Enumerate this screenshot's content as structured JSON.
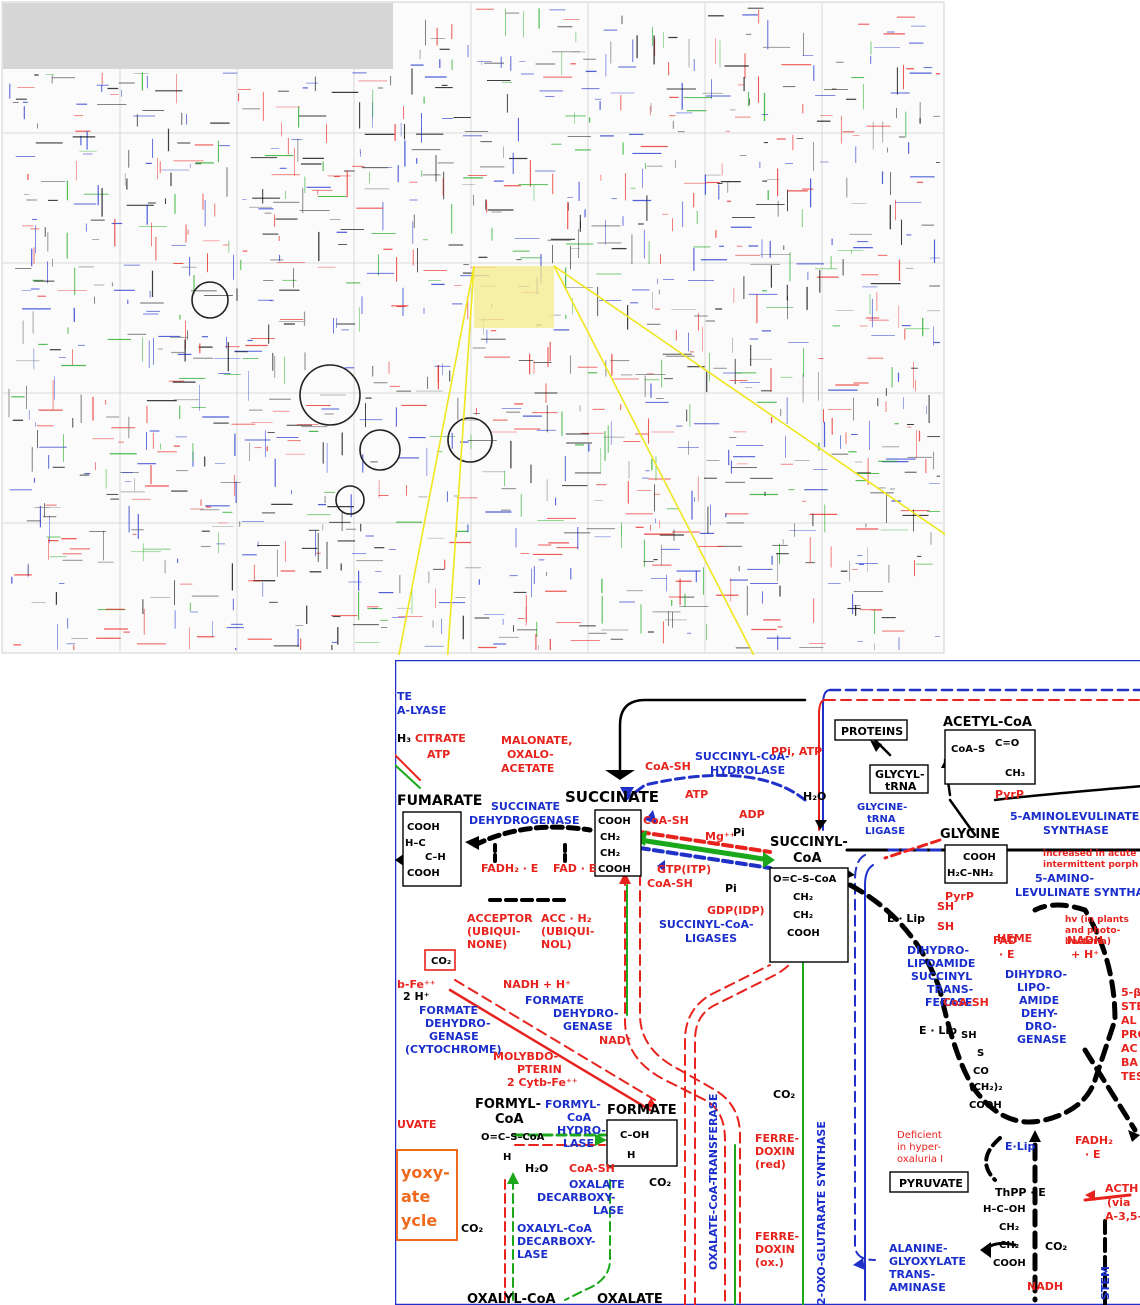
{
  "colors": {
    "background": "#ffffff",
    "grey_block": "#d6d6d6",
    "highlight": "#f3ec8a",
    "zoom_lines": "#f0e61e",
    "enzyme_blue": "#1a2ecc",
    "cofactor_red": "#e8231e",
    "pathway_green": "#1aa81a",
    "metabolite_black": "#000000",
    "orange_arrow": "#f06a1e"
  },
  "detail": {
    "title_top_left": "TE",
    "lyase": "A-LYASE",
    "citrate": "CITRATE",
    "atp1": "ATP",
    "h3": "H₃",
    "malonate": "MALONATE,",
    "oxalo": "OXALO-",
    "acetate": "ACETATE",
    "fumarate": "FUMARATE",
    "succinate_dh_1": "SUCCINATE",
    "succinate_dh_2": "DEHYDROGENASE",
    "succinate": "SUCCINATE",
    "fadh2e": "FADH₂ · E",
    "fade": "FAD · E",
    "acceptor_1": "ACCEPTOR",
    "acceptor_2": "(UBIQUI-",
    "acceptor_3": "NONE)",
    "acch2_1": "ACC · H₂",
    "acch2_2": "(UBIQUI-",
    "acch2_3": "NOL)",
    "coa_sh_top": "CoA-SH",
    "succ_hydrolase_1": "SUCCINYL-CoA-",
    "succ_hydrolase_2": "HYDROLASE",
    "ppi_atp": "PPi, ATP",
    "h2o_a": "H₂O",
    "atp2": "ATP",
    "coa_sh2": "CoA-SH",
    "mg": "Mg⁺⁺",
    "pi1": "Pi",
    "adp": "ADP",
    "gtp": "GTP(ITP)",
    "coa_sh3": "CoA-SH",
    "pi2": "Pi",
    "gdp": "GDP(IDP)",
    "succ_ligases_1": "SUCCINYL-CoA-",
    "succ_ligases_2": "LIGASES",
    "succinyl_coa_1": "SUCCINYL-",
    "succinyl_coa_2": "CoA",
    "proteins": "PROTEINS",
    "glycyl_trna_1": "GLYCYL-",
    "glycyl_trna_2": "tRNA",
    "glycine_trna_1": "GLYCINE-",
    "glycine_trna_2": "tRNA",
    "glycine_trna_3": "LIGASE",
    "acetyl_coa": "ACETYL-CoA",
    "pyrp1": "PyrP",
    "ala_synthase_1": "5-AMINOLEVULINATE",
    "ala_synthase_2": "SYNTHASE",
    "glycine": "GLYCINE",
    "porph_1": "increased in acute",
    "porph_2": "intermittent porph",
    "pyrp2": "PyrP",
    "ala_synthase_3": "5-AMINO-",
    "ala_synthase_4": "LEVULINATE SYNTHA",
    "heme": "HEME",
    "hv_1": "hv (in plants",
    "hv_2": "and photo-",
    "hv_3": "bacteria)",
    "co2_box": "CO₂",
    "bfe": "b-Fe⁺⁺",
    "h2plus": "2 H⁺",
    "nadh1": "NADH + H⁺",
    "fdh_cyt_1": "FORMATE",
    "fdh_cyt_2": "DEHYDRO-",
    "fdh_cyt_3": "GENASE",
    "fdh_cyt_4": "(CYTOCHROME)",
    "fdh_1": "FORMATE",
    "fdh_2": "DEHYDRO-",
    "fdh_3": "GENASE",
    "nad": "NAD⁺",
    "molyb_1": "MOLYBDO-",
    "molyb_2": "PTERIN",
    "cytb": "2 Cytb-Fe⁺⁺",
    "uvate": "UVATE",
    "formyl_coa_1": "FORMYL-",
    "formyl_coa_2": "CoA",
    "fch_1": "FORMYL-",
    "fch_2": "CoA",
    "fch_3": "HYDRO-",
    "fch_4": "LASE",
    "formate": "FORMATE",
    "h2o_b": "H₂O",
    "coa_sh4": "CoA-SH",
    "ox_decarb_1": "OXALATE",
    "ox_decarb_2": "DECARBOXY-",
    "ox_decarb_3": "LASE",
    "co2_a": "CO₂",
    "co2_b": "CO₂",
    "oxcoa_decarb_1": "OXALYL-CoA",
    "oxcoa_decarb_2": "DECARBOXY-",
    "oxcoa_decarb_3": "LASE",
    "glyoxylate_1": "yoxy-",
    "glyoxylate_2": "ate",
    "glyoxylate_3": "ycle",
    "oxalyl_coa": "OXALYL-CoA",
    "oxalate": "OXALATE",
    "oxalate_transferase": "OXALATE-CoA-TRANSFERASE",
    "oxo_synthase": "2-OXO-GLUTARATE SYNTHASE",
    "co2_c": "CO₂",
    "ferredoxin_red_1": "FERRE-",
    "ferredoxin_red_2": "DOXIN",
    "ferredoxin_red_3": "(red)",
    "ferredoxin_ox_1": "FERRE-",
    "ferredoxin_ox_2": "DOXIN",
    "ferredoxin_ox_3": "(ox.)",
    "deficient_1": "Deficient",
    "deficient_2": "in hyper-",
    "deficient_3": "oxaluria I",
    "pyruvate": "PYRUVATE",
    "alanine_1": "ALANINE-",
    "alanine_2": "GLYOXYLATE",
    "alanine_3": "TRANS-",
    "alanine_4": "AMINASE",
    "elip_sh": "E · Lip",
    "sh1": "SH",
    "sh2": "SH",
    "dlst_1": "DIHYDRO-",
    "dlst_2": "LIPOAMIDE",
    "dlst_3": "SUCCINYL",
    "dlst_4": "TRANS-",
    "dlst_5": "FERASE",
    "coa_sh5": "CoA-SH",
    "fad_e": "FAD",
    "fad_e2": "· E",
    "nadh2": "NADH",
    "nadh2b": "+ H⁺",
    "dld_1": "DIHYDRO-",
    "dld_2": "LIPO-",
    "dld_3": "AMIDE",
    "dld_4": "DEHY-",
    "dld_5": "DRO-",
    "dld_6": "GENASE",
    "elip2": "E · Lip",
    "fadh2_2": "FADH₂",
    "fadh2_2b": "· E",
    "elip3": "E·Lip",
    "thpp": "ThPP · E",
    "co2_d": "CO₂",
    "nadh3": "NADH",
    "acth_1": "ACTH",
    "acth_2": "(via",
    "acth_3": "A-3,5-",
    "right_side_1": "5-β",
    "right_side_2": "STE",
    "right_side_3": "AL",
    "right_side_4": "PRO",
    "right_side_5": "AC",
    "right_side_6": "BA",
    "right_side_7": "TES",
    "stem": "STEM"
  }
}
